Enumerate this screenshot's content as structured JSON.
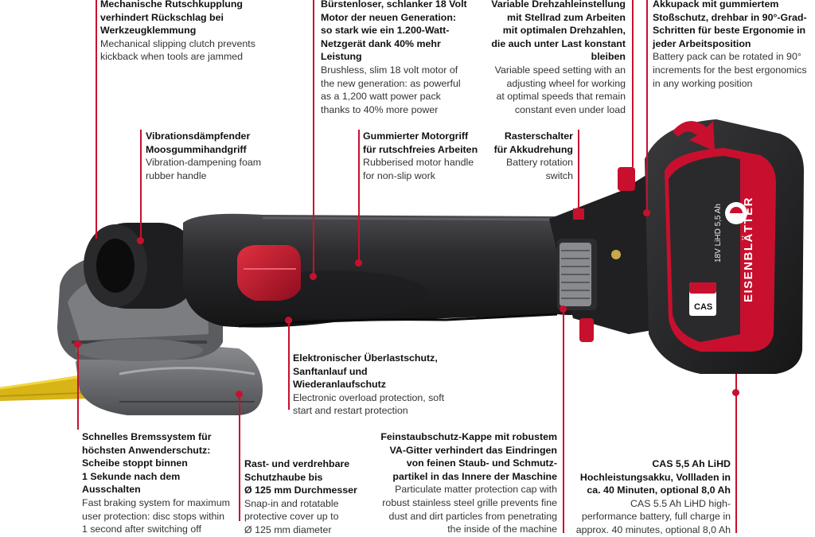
{
  "callouts": [
    {
      "id": "clutch",
      "de": "Mechanische Rutschkupplung\nverhindert Rückschlag bei\nWerkzeugklemmung",
      "en": "Mechanical slipping clutch prevents\nkickback when tools are jammed"
    },
    {
      "id": "motor",
      "de": "Bürstenloser, schlanker 18 Volt\nMotor der neuen Generation:\nso stark wie ein 1.200-Watt-\nNetzgerät dank 40% mehr\nLeistung",
      "en": "Brushless, slim 18 volt motor of\nthe new generation: as powerful\nas a 1,200 watt power pack\nthanks to 40% more power"
    },
    {
      "id": "speed",
      "de": "Variable Drehzahleinstellung\nmit Stellrad zum Arbeiten\nmit optimalen Drehzahlen,\ndie auch unter Last konstant\nbleiben",
      "en": "Variable speed setting with an\nadjusting wheel for working\nat optimal speeds that remain\nconstant even under load"
    },
    {
      "id": "battery-pack",
      "de": "Akkupack mit gummiertem\nStoßschutz, drehbar in 90°-Grad-\nSchritten für beste Ergonomie in\njeder Arbeitsposition",
      "en": "Battery pack can be rotated in 90°\nincrements for the best ergonomics\nin any working position"
    },
    {
      "id": "handle",
      "de": "Vibrationsdämpfender\nMoosgummihandgriff",
      "en": "Vibration-dampening foam\nrubber handle"
    },
    {
      "id": "motor-grip",
      "de": "Gummierter Motorgriff\nfür rutschfreies Arbeiten",
      "en": "Rubberised motor handle\nfor non-slip work"
    },
    {
      "id": "detent",
      "de": "Rasterschalter\nfür Akkudrehung",
      "en": "Battery rotation\nswitch"
    },
    {
      "id": "overload",
      "de": "Elektronischer Überlastschutz,\nSanftanlauf und\nWiederanlaufschutz",
      "en": "Electronic overload protection, soft\nstart and restart protection"
    },
    {
      "id": "brake",
      "de": "Schnelles Bremssystem für\nhöchsten Anwenderschutz:\nScheibe stoppt binnen\n1 Sekunde nach dem\nAusschalten",
      "en": "Fast braking system for maximum\nuser protection: disc stops within\n1 second after switching off"
    },
    {
      "id": "guard",
      "de": "Rast- und verdrehbare\nSchutzhaube bis\nØ 125 mm Durchmesser",
      "en": "Snap-in and rotatable\nprotective cover up to\nØ 125 mm diameter"
    },
    {
      "id": "dust-cap",
      "de": "Feinstaubschutz-Kappe mit robustem\nVA-Gitter verhindert das Eindringen\nvon feinen Staub- und Schmutz-\npartikel in das Innere der Maschine",
      "en": "Particulate matter protection cap with\nrobust stainless steel grille prevents fine\ndust and dirt particles from penetrating\nthe inside of the machine"
    },
    {
      "id": "cas-battery",
      "de": "CAS 5,5 Ah LiHD\nHochleistungsakku, Vollladen in\nca. 40 Minuten, optional 8,0 Ah",
      "en": "CAS 5.5 Ah LiHD high-\nperformance battery, full charge in\napprox. 40 minutes, optional 8,0 Ah"
    }
  ],
  "battery_labels": {
    "brand": "EISENBLÄTTER",
    "spec": "18V LiHD 5,5 Ah",
    "cas_badge": "CAS"
  },
  "colors": {
    "accent_red": "#c8102e",
    "tool_body": "#2a2a2c",
    "tool_dark": "#151516",
    "guard_gray": "#6f7074",
    "disc_yellow": "#e8c31a"
  }
}
